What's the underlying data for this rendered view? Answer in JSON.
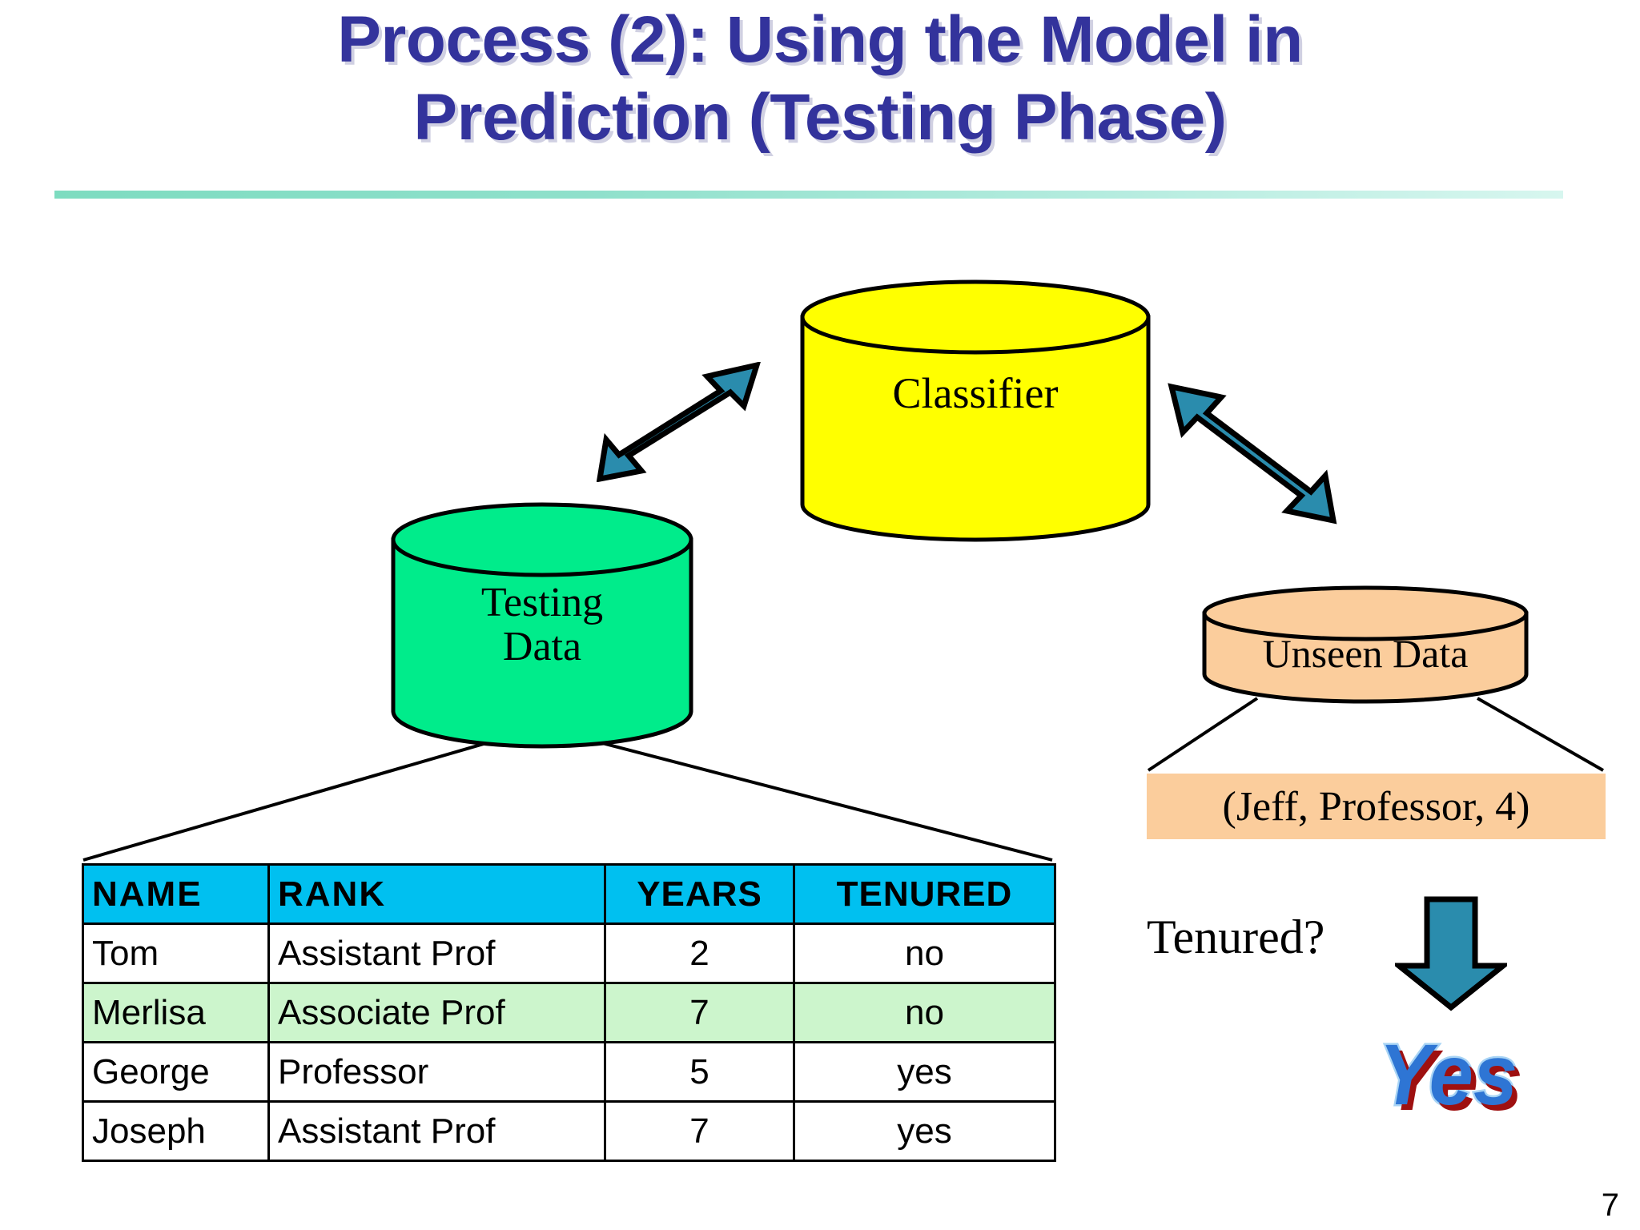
{
  "slide": {
    "title": "Process (2): Using the Model in\nPrediction (Testing Phase)",
    "page_number": "7",
    "accent_rule_color": "#7ddcc0",
    "title_color": "#33339c",
    "background_color": "#ffffff"
  },
  "nodes": {
    "classifier": {
      "label": "Classifier",
      "fill": "#ffff00",
      "stroke": "#000000"
    },
    "testing_data": {
      "label": "Testing\nData",
      "fill": "#00ec8b",
      "stroke": "#000000"
    },
    "unseen_data": {
      "label": "Unseen Data",
      "fill": "#fbcd9c",
      "stroke": "#000000"
    }
  },
  "arrows": {
    "fill": "#2a8cad",
    "stroke": "#000000",
    "left_diagonal_name": "double-headed-arrow",
    "right_diagonal_name": "double-headed-arrow",
    "down_name": "down-arrow"
  },
  "table": {
    "header_background": "#00c0f0",
    "highlight_background": "#ccf5cc",
    "columns": [
      "NAME",
      "RANK",
      "YEARS",
      "TENURED"
    ],
    "rows": [
      {
        "name": "Tom",
        "rank": "Assistant Prof",
        "years": "2",
        "tenured": "no",
        "highlight": false
      },
      {
        "name": "Merlisa",
        "rank": "Associate Prof",
        "years": "7",
        "tenured": "no",
        "highlight": true
      },
      {
        "name": "George",
        "rank": "Professor",
        "years": "5",
        "tenured": "yes",
        "highlight": false
      },
      {
        "name": "Joseph",
        "rank": "Assistant Prof",
        "years": "7",
        "tenured": "yes",
        "highlight": false
      }
    ]
  },
  "prediction": {
    "unseen_record": "(Jeff, Professor, 4)",
    "unseen_record_background": "#fbcd9c",
    "question": "Tenured?",
    "answer": "Yes",
    "answer_fill": "#2e75d4",
    "answer_outline": "#a8d4f5",
    "answer_shadow": "#9e1010"
  }
}
